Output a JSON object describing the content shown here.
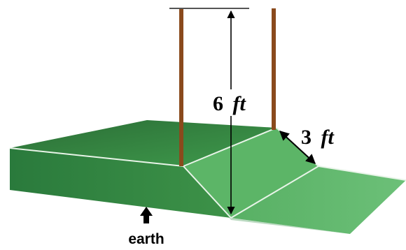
{
  "labels": {
    "height_value": "6",
    "height_unit": "ft",
    "width_value": "3",
    "width_unit": "ft",
    "earth": "earth"
  },
  "colors": {
    "ground_top_light": "#4faa5c",
    "ground_top_dark": "#2c7a3a",
    "ground_front": "#2e8040",
    "ground_right": "#4fa55a",
    "trench_wall": "#5fb76a",
    "trench_floor": "#3a8f4a",
    "pole": "#8a4a1c",
    "edge_line": "#e6f2e6",
    "arrow": "#000000"
  }
}
